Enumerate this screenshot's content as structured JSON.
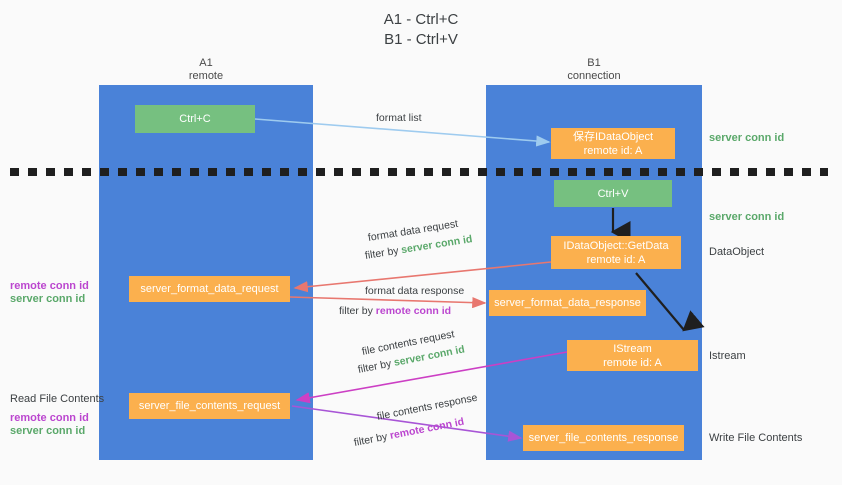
{
  "title": {
    "line1": "A1 - Ctrl+C",
    "line2": "B1 - Ctrl+V"
  },
  "columns": {
    "left": {
      "name": "A1",
      "role": "remote"
    },
    "right": {
      "name": "B1",
      "role": "connection"
    }
  },
  "nodes": {
    "ctrl_c": {
      "line1": "Ctrl+C",
      "line2": ""
    },
    "save_idataobject": {
      "line1": "保存IDataObject",
      "line2": "remote id: A"
    },
    "ctrl_v": {
      "line1": "Ctrl+V",
      "line2": ""
    },
    "idataobject_getdata": {
      "line1": "IDataObject::GetData",
      "line2": "remote id: A"
    },
    "format_data_request": {
      "line1": "server_format_data_request",
      "line2": ""
    },
    "format_data_response": {
      "line1": "server_format_data_response",
      "line2": ""
    },
    "istream": {
      "line1": "IStream",
      "line2": "remote id: A"
    },
    "file_contents_request": {
      "line1": "server_file_contents_request",
      "line2": ""
    },
    "file_contents_response": {
      "line1": "server_file_contents_response",
      "line2": ""
    }
  },
  "right_labels": {
    "server_conn_id_1": "server conn id",
    "server_conn_id_2": "server conn id",
    "dataobject": "DataObject",
    "istream": "Istream",
    "write_file_contents": "Write File Contents"
  },
  "left_labels": {
    "remote_conn_id_1": "remote conn id",
    "server_conn_id_1": "server conn id",
    "read_file_contents": "Read File Contents",
    "remote_conn_id_2": "remote conn id",
    "server_conn_id_2": "server conn id"
  },
  "edges": {
    "format_list": {
      "text": "format list"
    },
    "fmt_req_l1": {
      "text": "format data request"
    },
    "fmt_req_l2_prefix": {
      "text": "filter by "
    },
    "fmt_req_l2_value": {
      "text": "server conn id"
    },
    "fmt_resp_l1": {
      "text": "format data response"
    },
    "fmt_resp_l2_prefix": {
      "text": "filter by "
    },
    "fmt_resp_l2_value": {
      "text": "remote conn id"
    },
    "file_req_l1": {
      "text": "file contents request"
    },
    "file_req_l2_prefix": {
      "text": "filter by "
    },
    "file_req_l2_value": {
      "text": "server conn id"
    },
    "file_resp_l1": {
      "text": "file contents response"
    },
    "file_resp_l2_prefix": {
      "text": "filter by "
    },
    "file_resp_l2_value": {
      "text": "remote conn id"
    }
  },
  "colors": {
    "lane_blue": "#4a82d8",
    "node_green": "#76c080",
    "node_orange": "#fbb04e",
    "server_conn_green": "#5aa86a",
    "remote_conn_purple": "#bb46cf",
    "arrow_light_blue": "#9ecbef",
    "arrow_red": "#e8776f",
    "arrow_magenta": "#cc3fc4",
    "arrow_purple": "#a855d6",
    "arrow_black": "#1f1f1f",
    "background": "#fafafa"
  }
}
